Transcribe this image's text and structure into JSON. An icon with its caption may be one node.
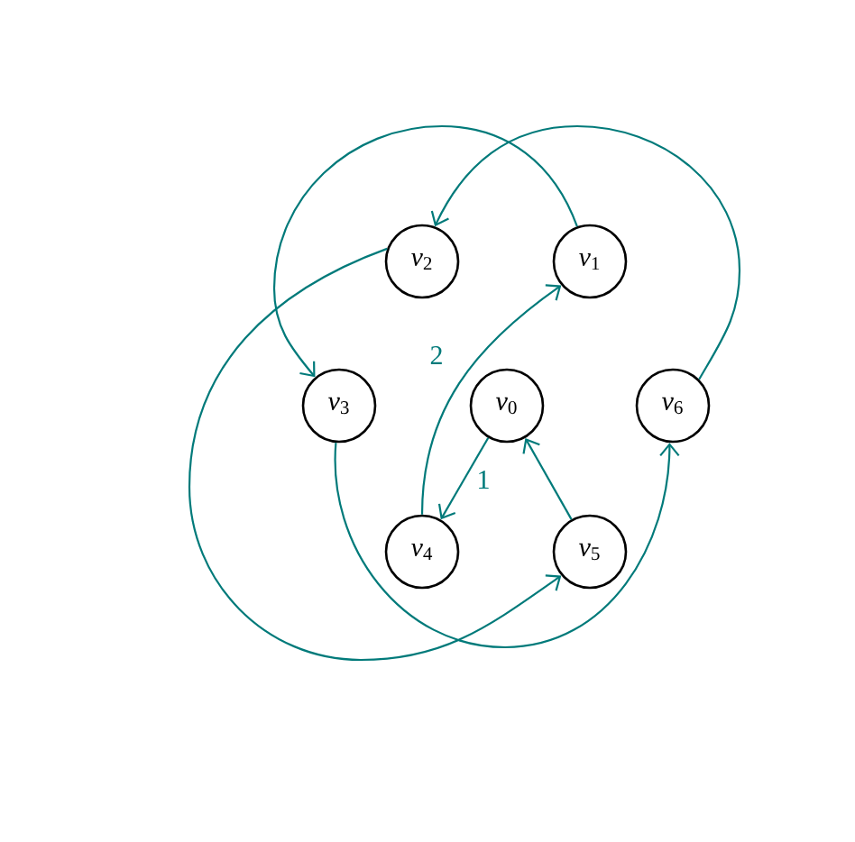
{
  "diagram": {
    "nodes": [
      {
        "text": [
          "*v*$_{2}$"
        ]
      },
      {
        "text": [
          "*v*$_{1}$"
        ]
      },
      {
        "text": [
          "*v*$_{3}$"
        ]
      },
      {
        "text": [
          "*v*$_{0}$"
        ]
      },
      {
        "text": [
          "*v*$_{6}$"
        ]
      },
      {
        "text": [
          "*v*$_{4}$"
        ]
      },
      {
        "text": [
          "*v*$_{5}$"
        ]
      }
    ],
    "edges": [
      {
        "from": 1,
        "to": 2,
        "arrow": "to"
      },
      {
        "from": 4,
        "to": 0,
        "arrow": "to"
      },
      {
        "from": 0,
        "to": 6,
        "arrow": "to"
      },
      {
        "from": 2,
        "to": 4,
        "arrow": "to"
      },
      {
        "from": 5,
        "to": 1,
        "arrow": "to",
        "label": "2"
      },
      {
        "from": 3,
        "to": 5,
        "arrow": "to",
        "label": "1"
      },
      {
        "from": 6,
        "to": 3,
        "arrow": "to"
      }
    ]
  }
}
